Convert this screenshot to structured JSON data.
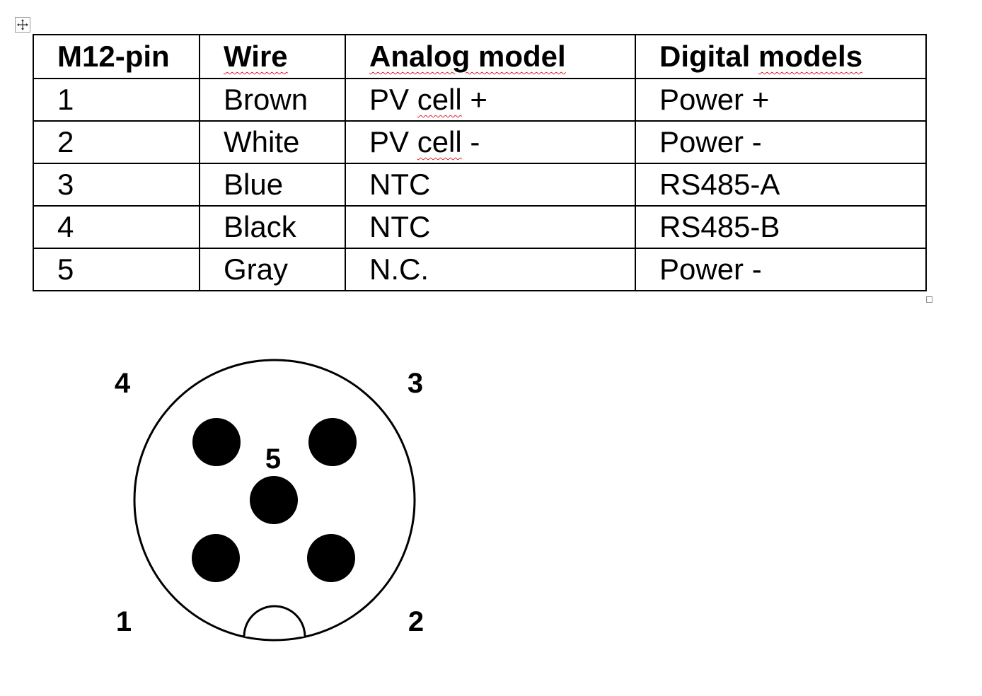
{
  "table": {
    "headers": [
      "M12-pin",
      "Wire",
      "Analog model",
      "Digital models"
    ],
    "rows": [
      [
        "1",
        "Brown",
        "PV cell +",
        "Power +"
      ],
      [
        "2",
        "White",
        "PV cell -",
        "Power -"
      ],
      [
        "3",
        "Blue",
        "NTC",
        "RS485-A"
      ],
      [
        "4",
        "Black",
        "NTC",
        "RS485-B"
      ],
      [
        "5",
        "Gray",
        "N.C.",
        "Power -"
      ]
    ]
  },
  "diagram": {
    "labels": {
      "pin1": "1",
      "pin2": "2",
      "pin3": "3",
      "pin4": "4",
      "pin5": "5"
    }
  }
}
